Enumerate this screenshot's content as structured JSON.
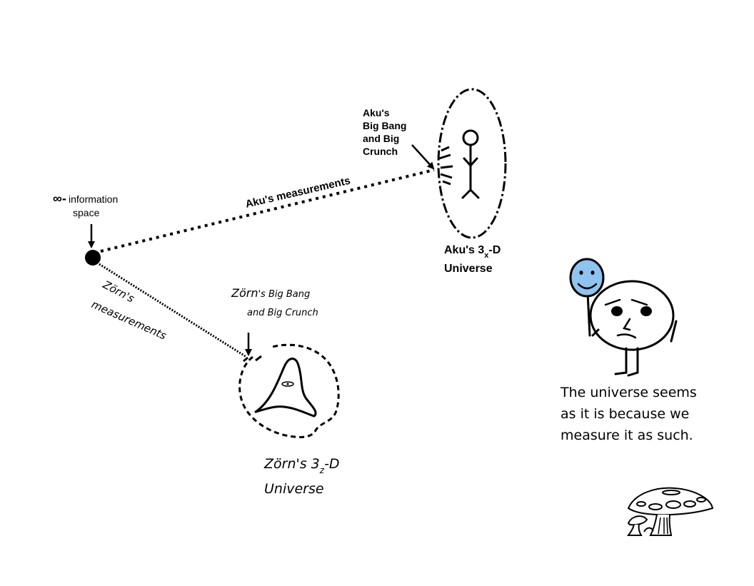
{
  "info_space": {
    "symbol": "∞-",
    "line1": "information",
    "line2": "space"
  },
  "aku": {
    "bang_line1": "Aku's",
    "bang_line2": "Big Bang",
    "bang_line3": "and Big",
    "bang_line4": "Crunch",
    "measurements": "Aku's measurements",
    "universe_prefix": "Aku's 3",
    "universe_sub": "x",
    "universe_suffix": "-D",
    "universe_line2": "Universe"
  },
  "zorn": {
    "bang_line1_name": "Zörn",
    "bang_line1_rest": "'s Big Bang",
    "bang_line2": "and Big Crunch",
    "measurements_line1": "Zörn's",
    "measurements_line2": "measurements",
    "universe_prefix": "Zörn's 3",
    "universe_sub": "z",
    "universe_suffix": "-D",
    "universe_line2": "Universe"
  },
  "caption": {
    "line1": "The universe seems",
    "line2": "as it is because we",
    "line3": "measure it as such."
  },
  "colors": {
    "balloon_fill": "#8fc3f0",
    "ink": "#000000"
  }
}
